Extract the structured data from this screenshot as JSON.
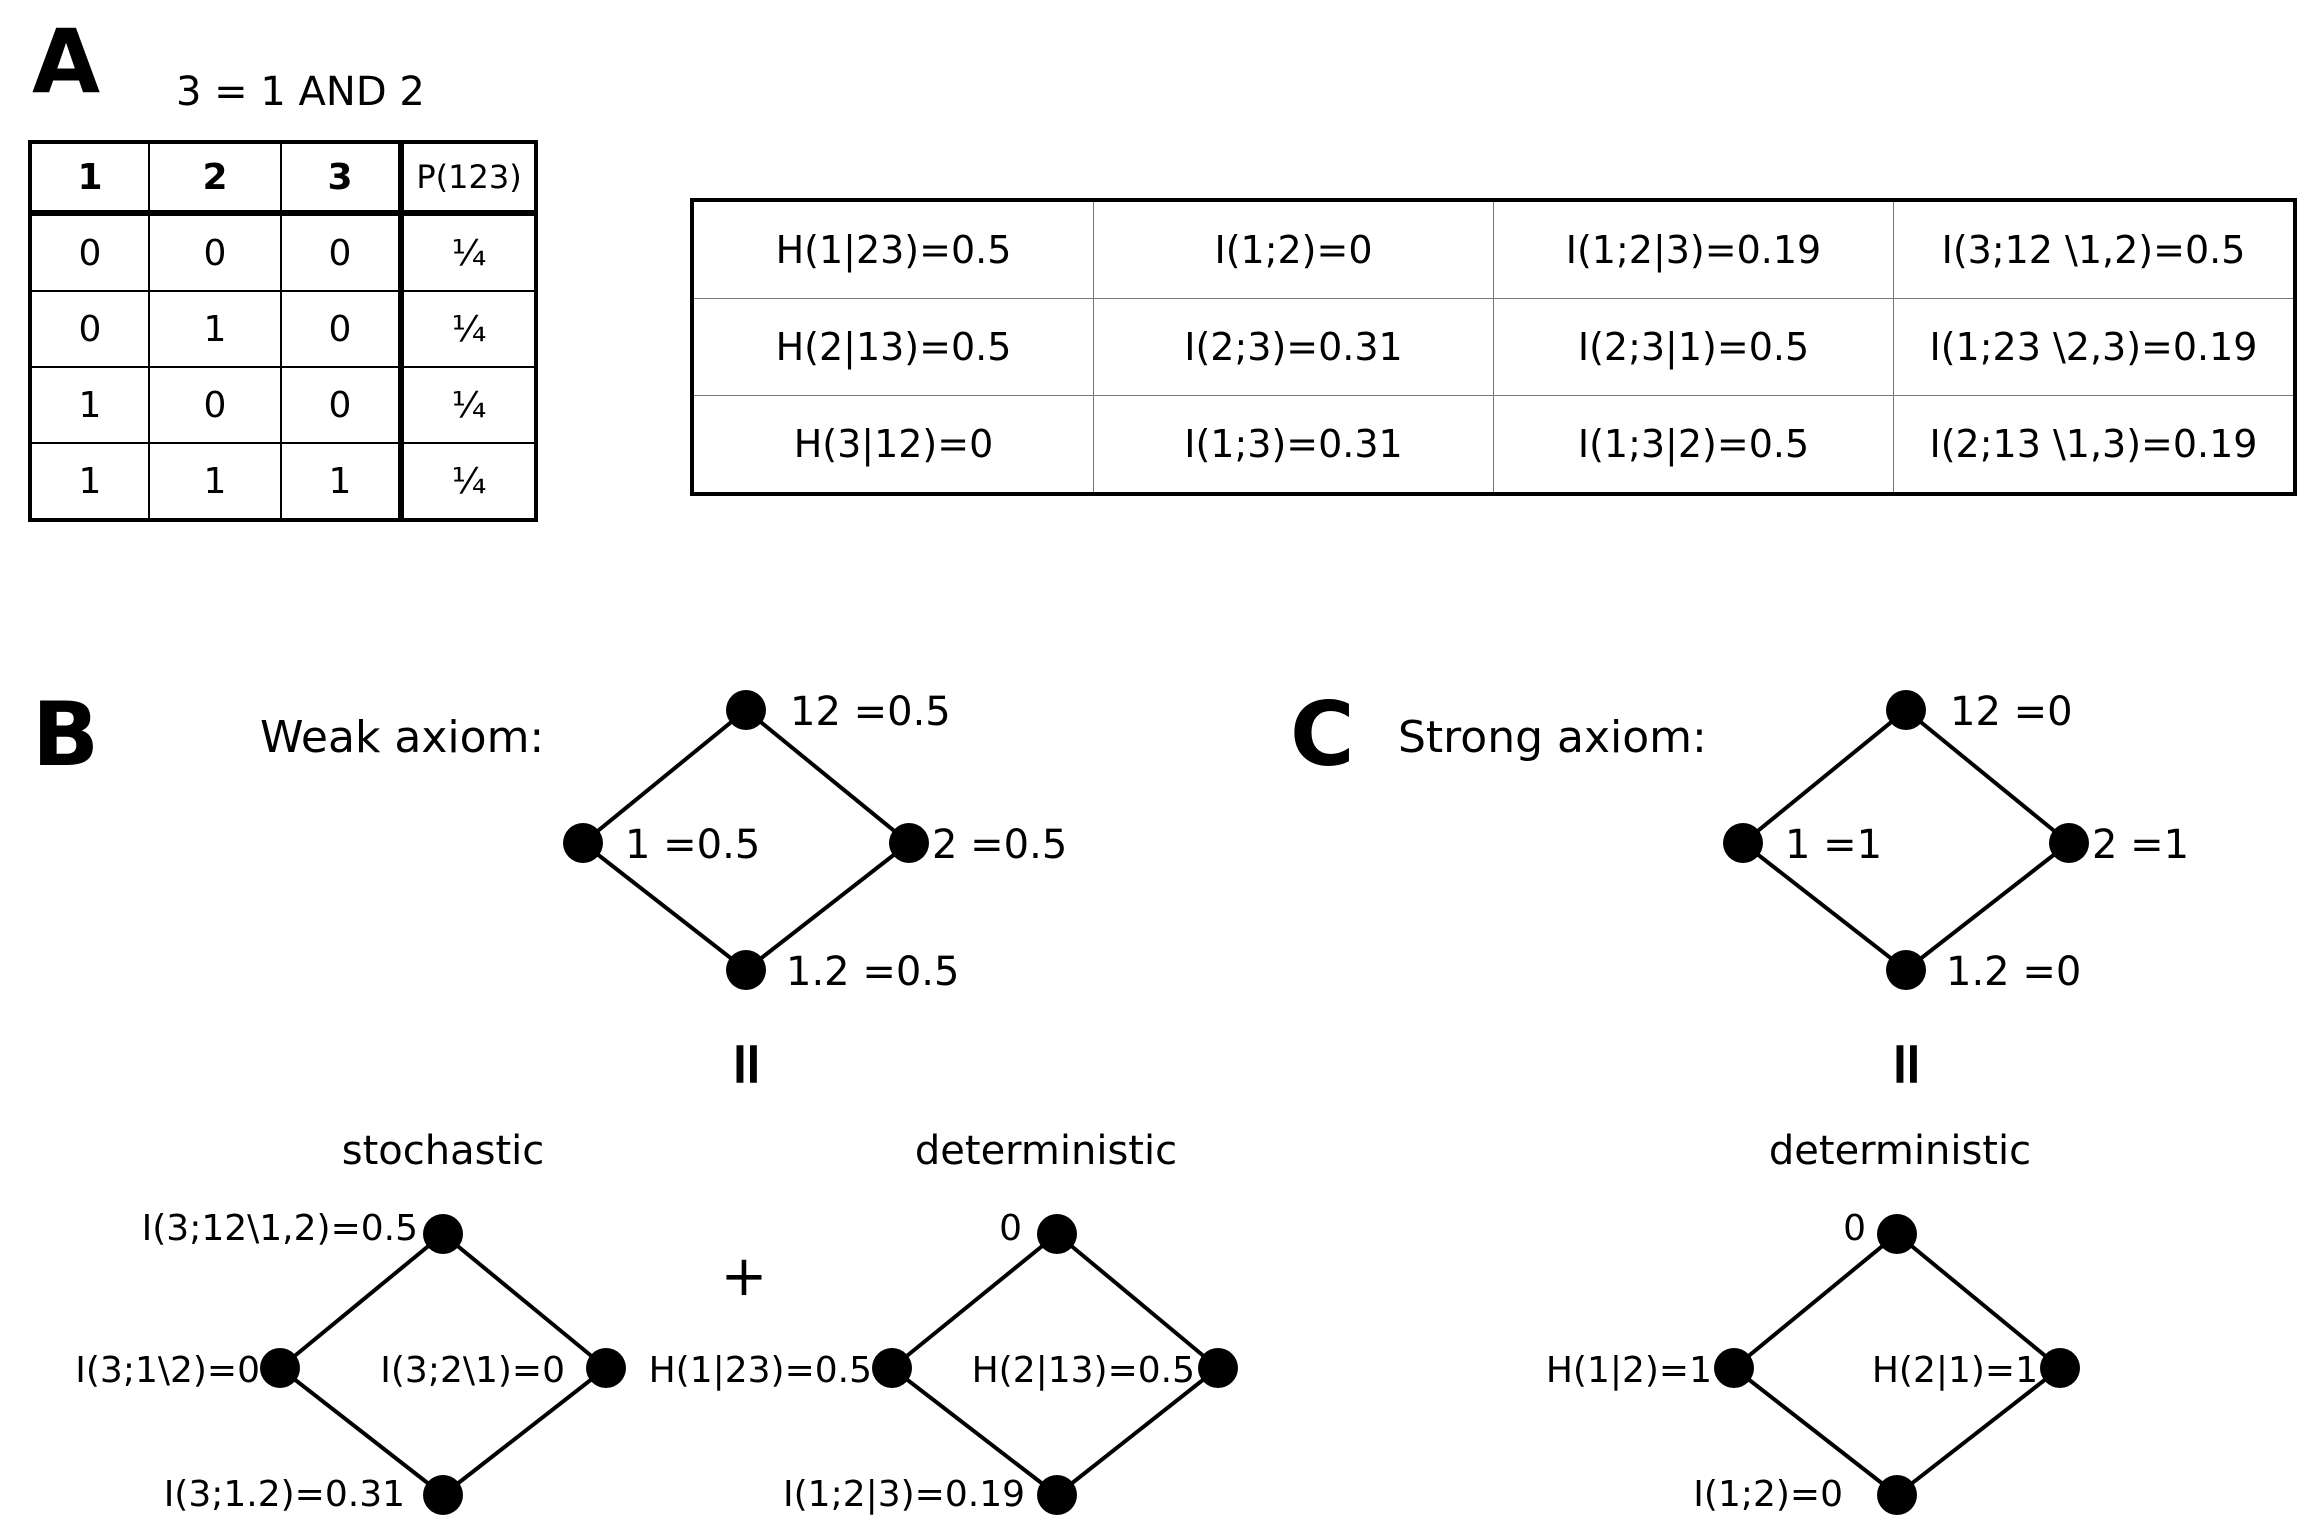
{
  "panelA": {
    "letter": "A",
    "caption": "3 = 1 AND 2",
    "truth_table": {
      "headers": [
        "1",
        "2",
        "3",
        "P(123)"
      ],
      "rows": [
        [
          "0",
          "0",
          "0",
          "¼"
        ],
        [
          "0",
          "1",
          "0",
          "¼"
        ],
        [
          "1",
          "0",
          "0",
          "¼"
        ],
        [
          "1",
          "1",
          "1",
          "¼"
        ]
      ]
    },
    "info_table": [
      [
        "H(1|23)=0.5",
        "I(1;2)=0",
        "I(1;2|3)=0.19",
        "I(3;12 \\1,2)=0.5"
      ],
      [
        "H(2|13)=0.5",
        "I(2;3)=0.31",
        "I(2;3|1)=0.5",
        "I(1;23 \\2,3)=0.19"
      ],
      [
        "H(3|12)=0",
        "I(1;3)=0.31",
        "I(1;3|2)=0.5",
        "I(2;13 \\1,3)=0.19"
      ]
    ]
  },
  "panelB": {
    "letter": "B",
    "title": "Weak axiom:",
    "top_lattice": {
      "top": "12 =0.5",
      "left": "1 =0.5",
      "right": "2 =0.5",
      "bottom": "1.2 =0.5"
    },
    "equals": "=",
    "stochastic": {
      "label": "stochastic",
      "top": "I(3;12\\1,2)=0.5",
      "left": "I(3;1\\2)=0",
      "right": "I(3;2\\1)=0",
      "bottom": "I(3;1.2)=0.31"
    },
    "plus": "+",
    "deterministic": {
      "label": "deterministic",
      "top": "0",
      "left": "H(1|23)=0.5",
      "right": "H(2|13)=0.5",
      "bottom": "I(1;2|3)=0.19"
    }
  },
  "panelC": {
    "letter": "C",
    "title": "Strong axiom:",
    "top_lattice": {
      "top": "12 =0",
      "left": "1 =1",
      "right": "2 =1",
      "bottom": "1.2 =0"
    },
    "equals": "=",
    "deterministic": {
      "label": "deterministic",
      "top": "0",
      "left": "H(1|2)=1",
      "right": "H(2|1)=1",
      "bottom": "I(1;2)=0"
    }
  }
}
